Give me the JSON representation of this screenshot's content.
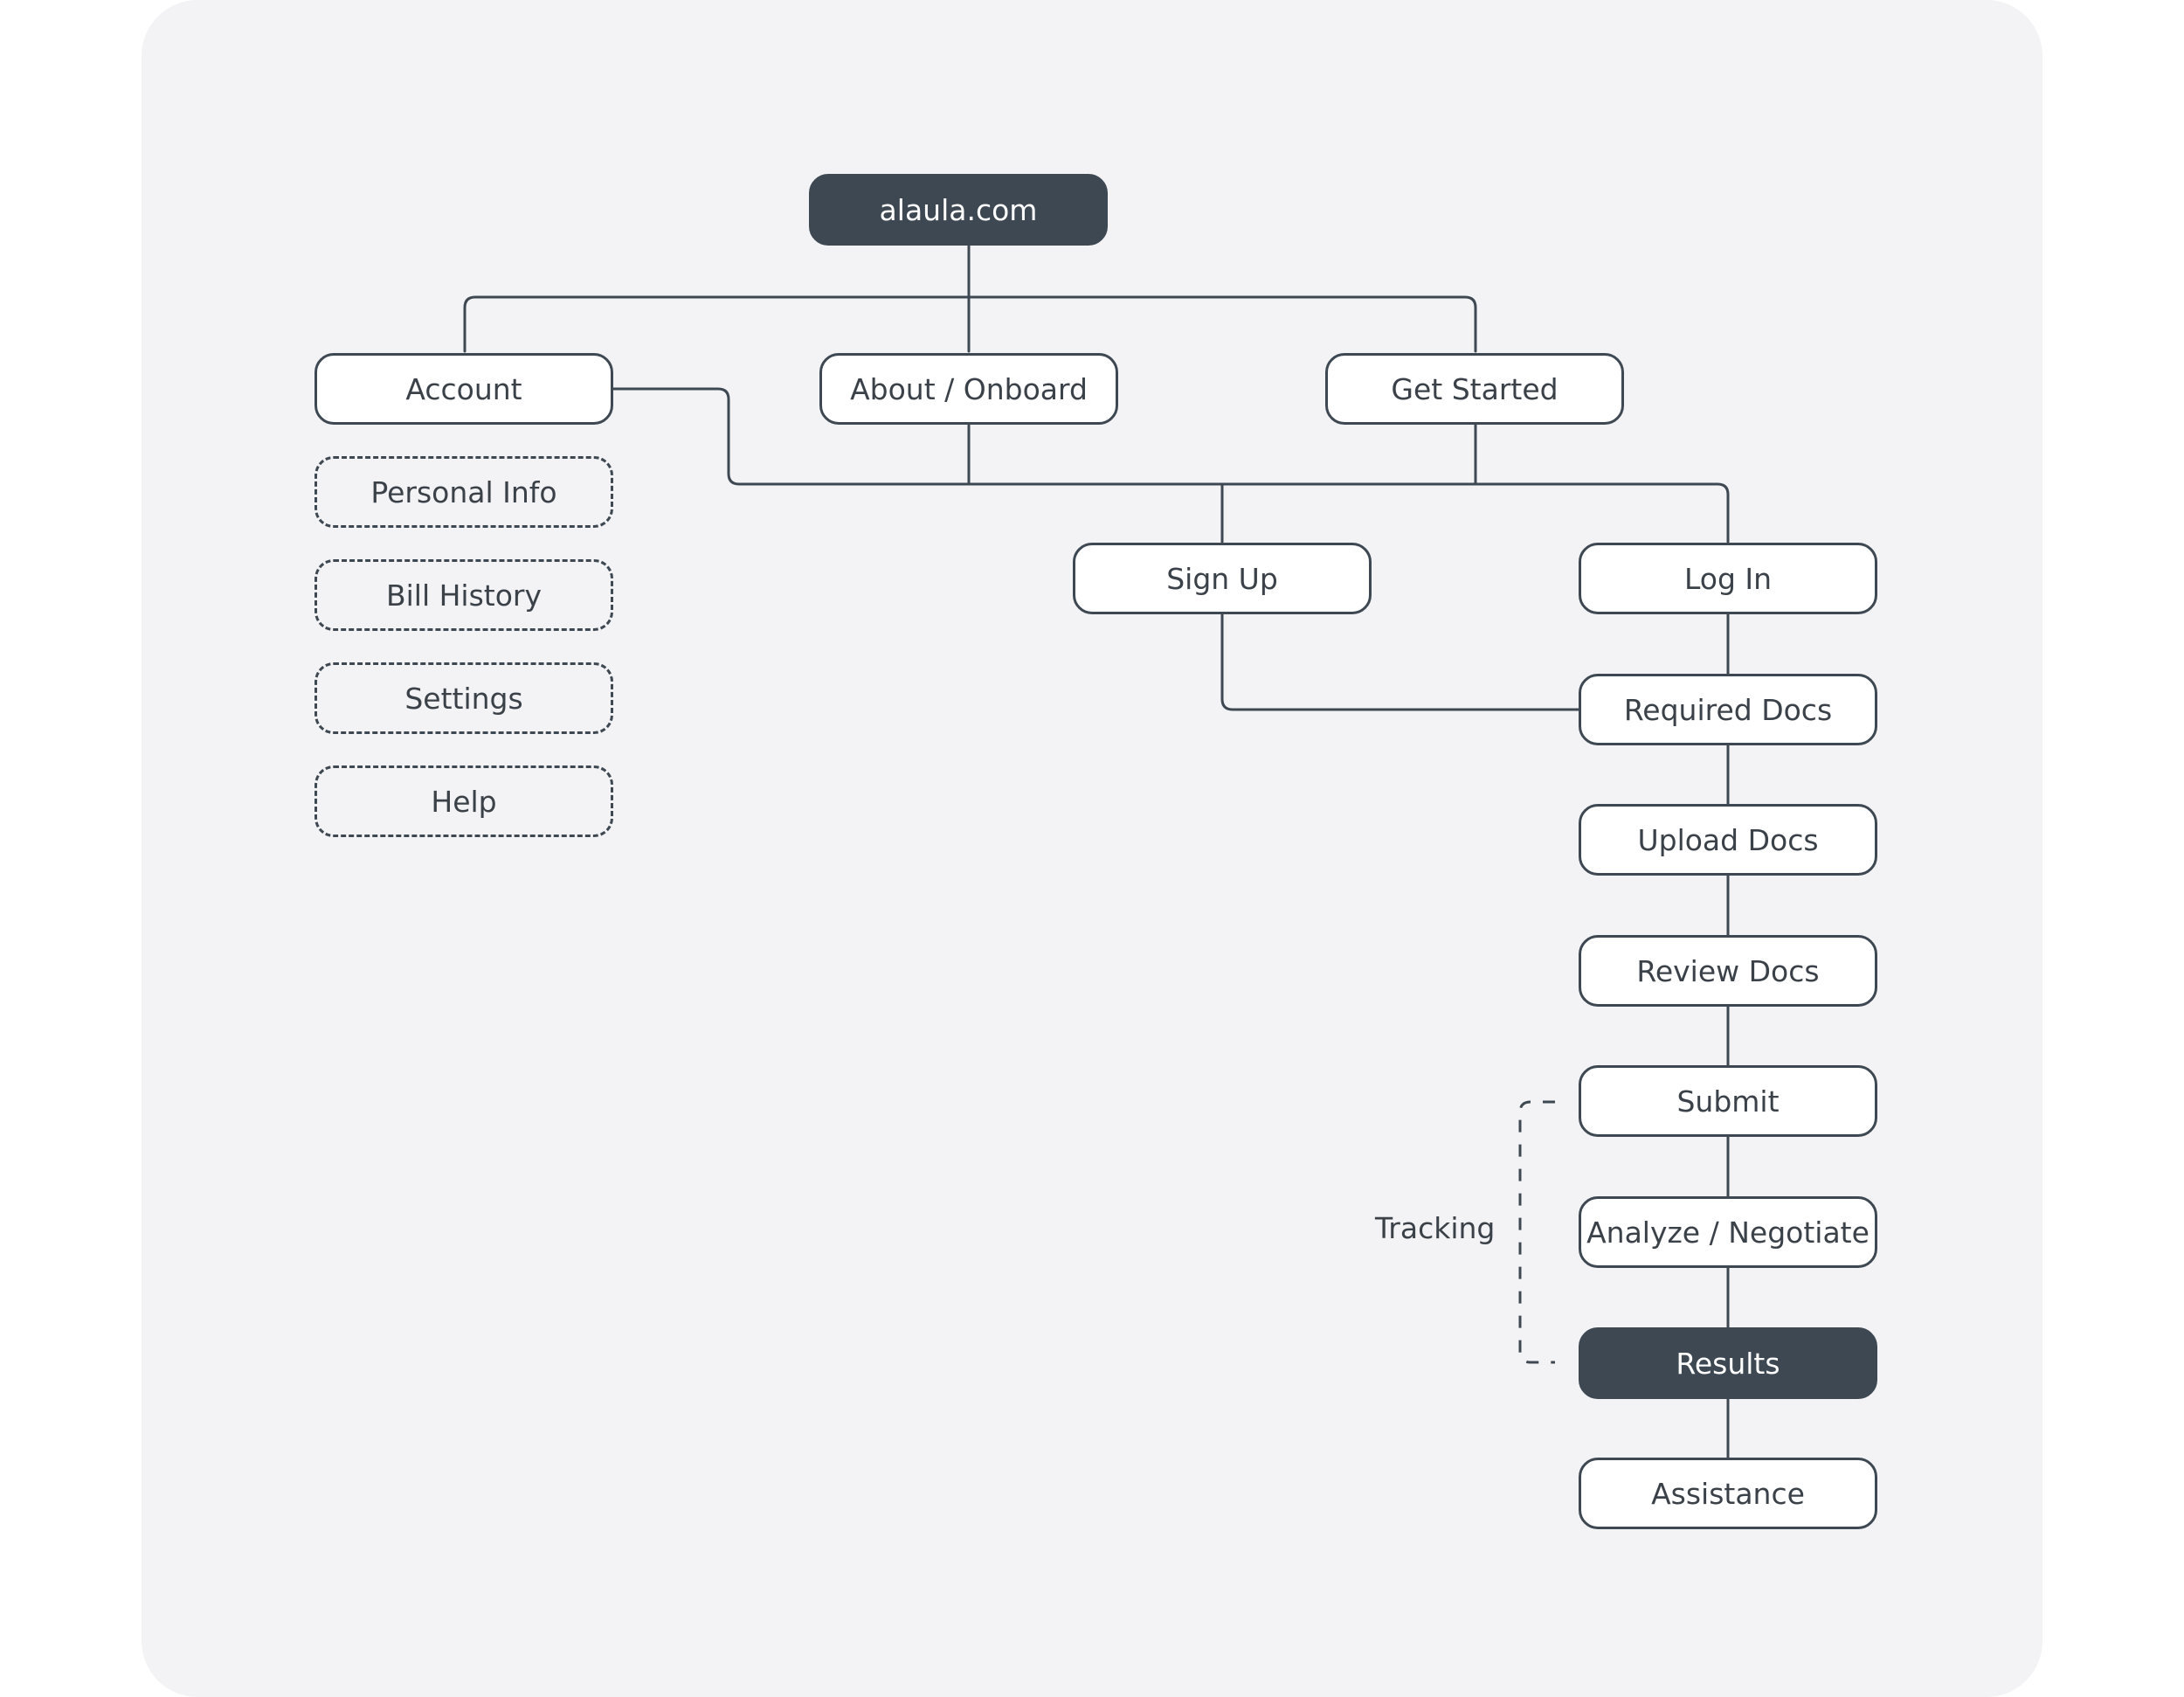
{
  "root": {
    "label": "alaula.com"
  },
  "nav": {
    "account": "Account",
    "about": "About / Onboard",
    "get_started": "Get Started"
  },
  "account_pages": [
    "Personal Info",
    "Bill History",
    "Settings",
    "Help"
  ],
  "auth": {
    "sign_up": "Sign Up",
    "log_in": "Log In"
  },
  "flow": [
    "Required Docs",
    "Upload Docs",
    "Review Docs",
    "Submit",
    "Analyze / Negotiate",
    "Results",
    "Assistance"
  ],
  "tracking_label": "Tracking",
  "colors": {
    "background": "#f3f3f5",
    "node_border": "#3d4852",
    "dark_node": "#3d4852",
    "text": "#3a4148"
  }
}
